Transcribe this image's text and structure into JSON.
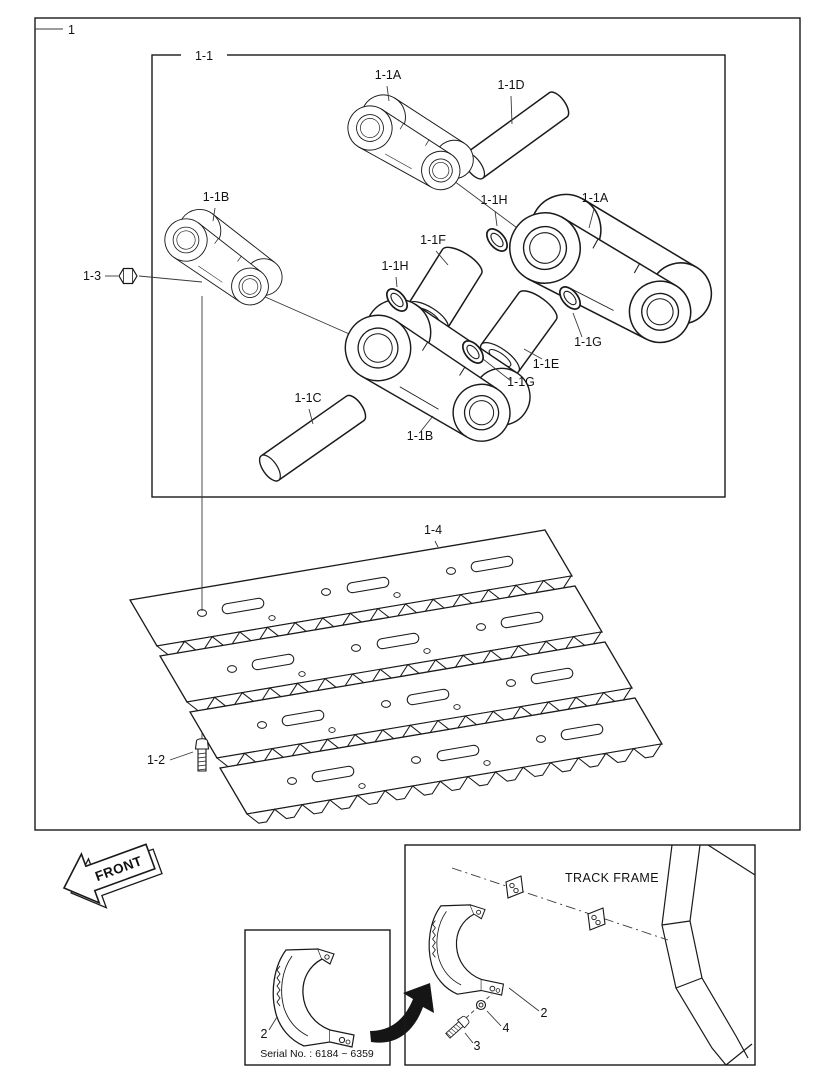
{
  "main": {
    "figure_no": "1",
    "link_assembly_no": "1-1",
    "callouts": {
      "link_top": "1-1A",
      "link_right": "1-1A",
      "link_left": "1-1B",
      "link_bottom": "1-1B",
      "pin_lower": "1-1C",
      "pin_upper": "1-1D",
      "bushing_right": "1-1E",
      "bushing_center": "1-1F",
      "seal_right": "1-1G",
      "seal_center": "1-1G",
      "seal_upper": "1-1H",
      "seal_mid": "1-1H",
      "shoe_bolt": "1-2",
      "nut": "1-3",
      "track_shoe": "1-4"
    }
  },
  "front_marker": {
    "label": "FRONT"
  },
  "track_frame_inset": {
    "title": "TRACK FRAME",
    "callouts": {
      "guard": "2",
      "bolt": "3",
      "washer": "4"
    }
  },
  "serial_inset": {
    "guard_callout": "2",
    "serial_note": "Serial No. : 6184 ~ 6359"
  },
  "colors": {
    "line": "#1a1a1a",
    "paper": "#ffffff"
  }
}
